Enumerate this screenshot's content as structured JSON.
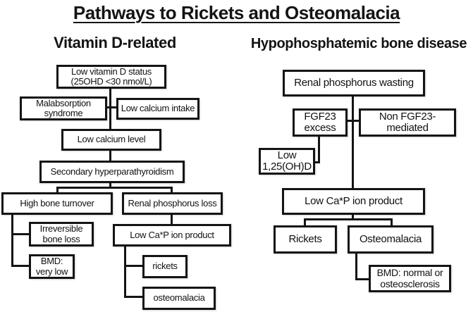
{
  "title": "Pathways to Rickets and Osteomalacia",
  "left_section": {
    "heading": "Vitamin D-related",
    "nodes": {
      "low_vitamin_d": "Low vitamin D status\n(25OHD <30 nmol/L)",
      "malabsorption": "Malabsorption\nsyndrome",
      "low_calcium_intake": "Low calcium intake",
      "low_calcium_level": "Low calcium level",
      "secondary_hyperparathyroidism": "Secondary hyperparathyroidism",
      "high_bone_turnover": "High bone turnover",
      "renal_phosphorus_loss": "Renal phosphorus loss",
      "irreversible_bone_loss": "Irreversible\nbone loss",
      "bmd_very_low": "BMD:\nvery low",
      "low_cap_ion_product": "Low Ca*P ion product",
      "rickets": "rickets",
      "osteomalacia": "osteomalacia"
    }
  },
  "right_section": {
    "heading": "Hypophosphatemic bone disease",
    "nodes": {
      "renal_phosphorus_wasting": "Renal phosphorus wasting",
      "fgf23_excess": "FGF23\nexcess",
      "non_fgf23_mediated": "Non FGF23-\nmediated",
      "low_125ohd": "Low\n1,25(OH)D",
      "low_cap_ion_product": "Low Ca*P ion product",
      "rickets": "Rickets",
      "osteomalacia": "Osteomalacia",
      "bmd_normal_or_osteosclerosis": "BMD: normal or\nosteosclerosis"
    }
  },
  "colors": {
    "ink": "#141414",
    "background": "#ffffff"
  }
}
